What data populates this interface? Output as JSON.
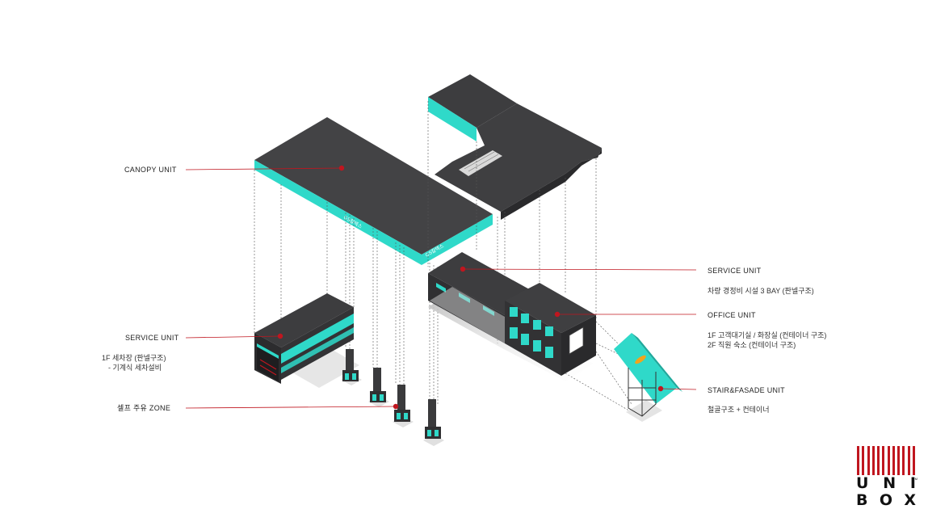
{
  "labels": {
    "canopy": "CANOPY UNIT",
    "service_left": "SERVICE  UNIT",
    "service_left_sub1": "1F 세차장 (판넬구조)",
    "service_left_sub2": " - 기계식 세차설비",
    "self_zone": "셀프 주유 ZONE",
    "service_right": "SERVICE  UNIT",
    "service_right_sub": "차량 경정비 시설 3 BAY (판넬구조)",
    "office": "OFFICE UNIT",
    "office_sub1": "1F 고객대기실  / 화장실 (컨테이너 구조)",
    "office_sub2": "2F 직원  숙소 (컨테이너  구조)",
    "stair": "STAIR&FASADE  UNIT",
    "stair_sub": "철골구조  + 컨테이너"
  },
  "canopy_sign": "GS칼텍스",
  "logo": {
    "line1": [
      "U",
      "N",
      "I"
    ],
    "line2": [
      "B",
      "O",
      "X"
    ],
    "tm": "TM"
  },
  "colors": {
    "dark": "#3a3a3c",
    "dark_top": "#434345",
    "teal": "#2fd9c9",
    "leader": "#c0161f",
    "dot": "#c0161f"
  }
}
